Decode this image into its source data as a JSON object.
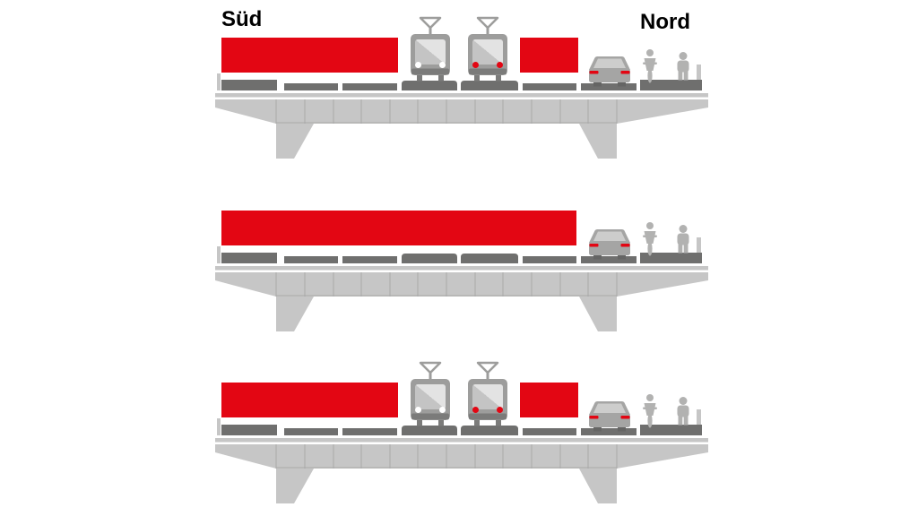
{
  "labels": {
    "south": "Süd",
    "north": "Nord"
  },
  "colors": {
    "background": "#ffffff",
    "label_black": "#000000",
    "red": "#e30613",
    "surface_dark": "#6f6f6e",
    "structure_light": "#c6c6c6",
    "joint_line": "#a9a9a8",
    "tram_gray": "#9d9d9c",
    "tram_dark": "#7b7b7a",
    "window_shade_dark": "#c4c4c4",
    "window_shade_light": "#e3e3e3",
    "tram_lights_front": "#ffffff",
    "tram_lights_rear": "#e30613",
    "vehicle_gray": "#a5a5a4",
    "car_window": "#cdcdcc",
    "wheel_dark": "#656564",
    "figure_gray": "#b2b2b1"
  },
  "sections": [
    {
      "position": "top",
      "red_zones": [
        "left-wide",
        "right-small"
      ],
      "trams": [
        {
          "lights": "white"
        },
        {
          "lights": "red"
        }
      ],
      "car": "rear-view",
      "figures": [
        "cyclist",
        "pedestrian"
      ]
    },
    {
      "position": "middle",
      "red_zones": [
        "full-width"
      ],
      "trams": [],
      "car": "rear-view",
      "figures": [
        "cyclist",
        "pedestrian"
      ]
    },
    {
      "position": "bottom",
      "red_zones": [
        "left-wide",
        "right-small"
      ],
      "trams": [
        {
          "lights": "white"
        },
        {
          "lights": "red"
        }
      ],
      "car": "rear-view",
      "figures": [
        "cyclist",
        "pedestrian"
      ]
    }
  ]
}
